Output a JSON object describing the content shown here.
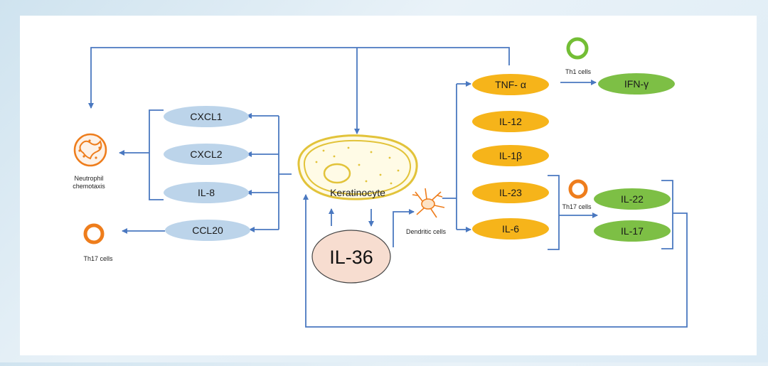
{
  "colors": {
    "arrow": "#4a78c0",
    "chemokine_fill": "#bcd4ea",
    "cytokine_fill": "#f6b41a",
    "green_fill": "#7dbf45",
    "il36_fill": "#f7ddd0",
    "keratinocyte": "#e2c33a",
    "th_ring_orange": "#ee7d1c",
    "th_ring_green": "#73be35"
  },
  "chemokines": [
    "CXCL1",
    "CXCL2",
    "IL-8",
    "CCL20"
  ],
  "cytokines": [
    "TNF- α",
    "IL-12",
    "IL-1β",
    "IL-23",
    "IL-6"
  ],
  "th17_products": [
    "IL-22",
    "IL-17"
  ],
  "ifn": "IFN-γ",
  "keratinocyte": "Keratinocyte",
  "il36": "IL-36",
  "dendritic": "Dendritic cells",
  "neutrophil": [
    "Neutrophil",
    "chemotaxis"
  ],
  "th17_left": "Th17 cells",
  "th1": "Th1 cells",
  "th17_right": "Th17 cells"
}
